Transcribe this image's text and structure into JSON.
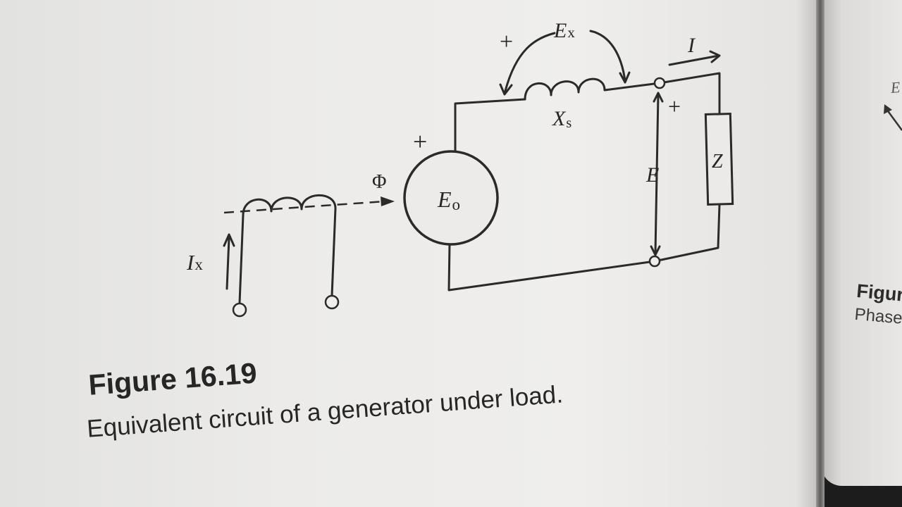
{
  "figure": {
    "title": "Figure 16.19",
    "caption": "Equivalent circuit of a generator under load."
  },
  "circuit": {
    "ex_label": "E",
    "ex_sub": "x",
    "ex_plus": "+",
    "xs_label": "X",
    "xs_sub": "s",
    "current_label": "I",
    "terminal_plus": "+",
    "e_label": "E",
    "z_label": "Z",
    "e0_label": "E",
    "e0_sub": "o",
    "e0_plus": "+",
    "flux_label": "Φ",
    "ix_label": "I",
    "ix_sub": "x"
  },
  "next_page": {
    "e_label": "E",
    "fig_label": "Figur",
    "fig_text": "Phase"
  }
}
